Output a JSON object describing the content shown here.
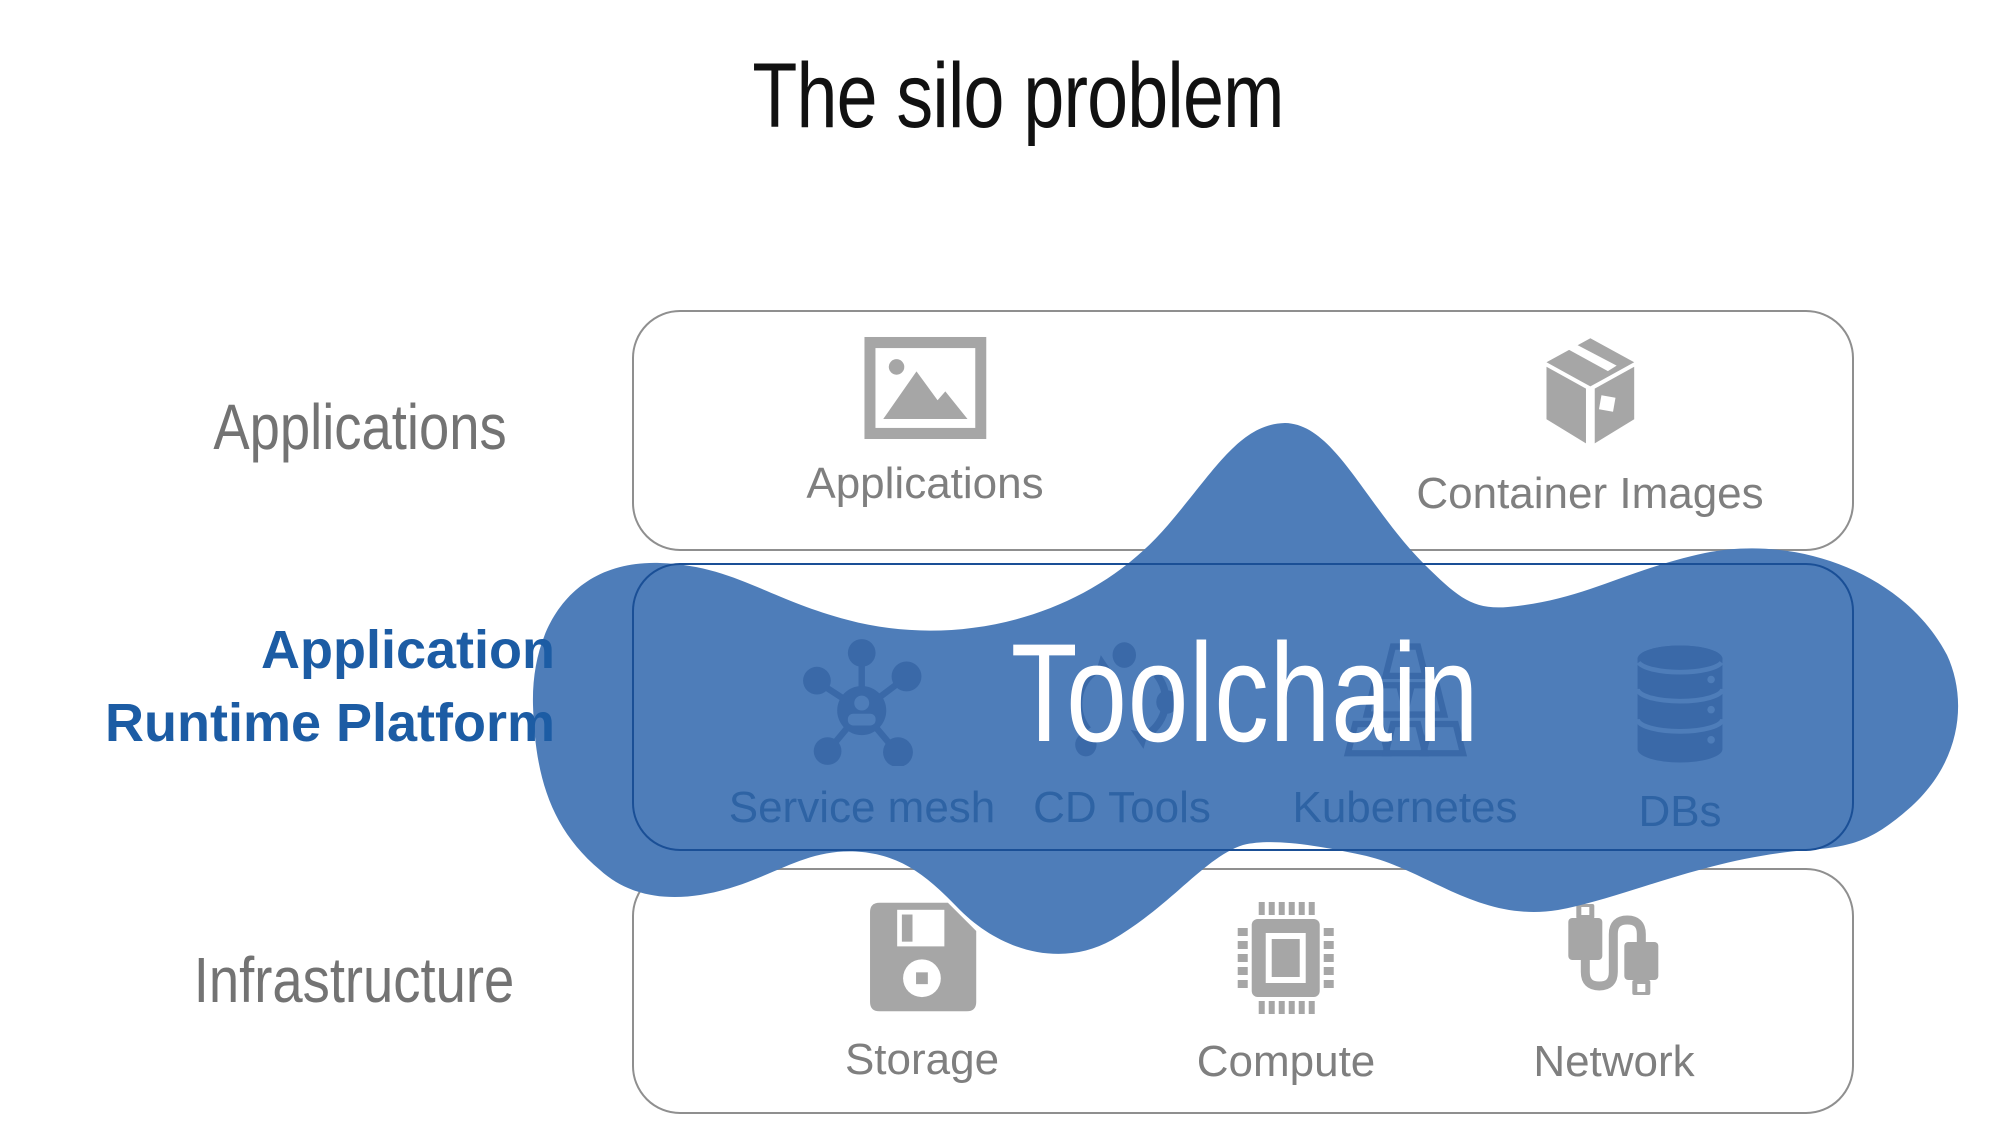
{
  "title": "The silo problem",
  "overlay": {
    "label": "Toolchain"
  },
  "colors": {
    "blob": "#4e7db9",
    "middle_icon": "#3a69a8",
    "middle_label": "#2e63a4",
    "middle_border": "#1a4f96",
    "runtime_label_blue": "#1c5ca4",
    "row_label_gray": "#737373",
    "box_border_gray": "#8f8f8f",
    "icon_gray": "#a6a6a6",
    "item_label_gray": "#7f7f7f",
    "toolchain_text": "#ffffff"
  },
  "rows": [
    {
      "label": "Applications",
      "items": [
        {
          "label": "Applications",
          "icon": "image-icon"
        },
        {
          "label": "Container Images",
          "icon": "package-icon"
        }
      ]
    },
    {
      "label": "Application Runtime Platform",
      "label_line1": "Application",
      "label_line2": "Runtime Platform",
      "items": [
        {
          "label": "Service mesh",
          "icon": "service-mesh-icon"
        },
        {
          "label": "CD Tools",
          "icon": "cd-tools-icon"
        },
        {
          "label": "Kubernetes",
          "icon": "kubernetes-icon"
        },
        {
          "label": "DBs",
          "icon": "dbs-icon"
        }
      ]
    },
    {
      "label": "Infrastructure",
      "items": [
        {
          "label": "Storage",
          "icon": "storage-icon"
        },
        {
          "label": "Compute",
          "icon": "compute-icon"
        },
        {
          "label": "Network",
          "icon": "network-icon"
        }
      ]
    }
  ]
}
